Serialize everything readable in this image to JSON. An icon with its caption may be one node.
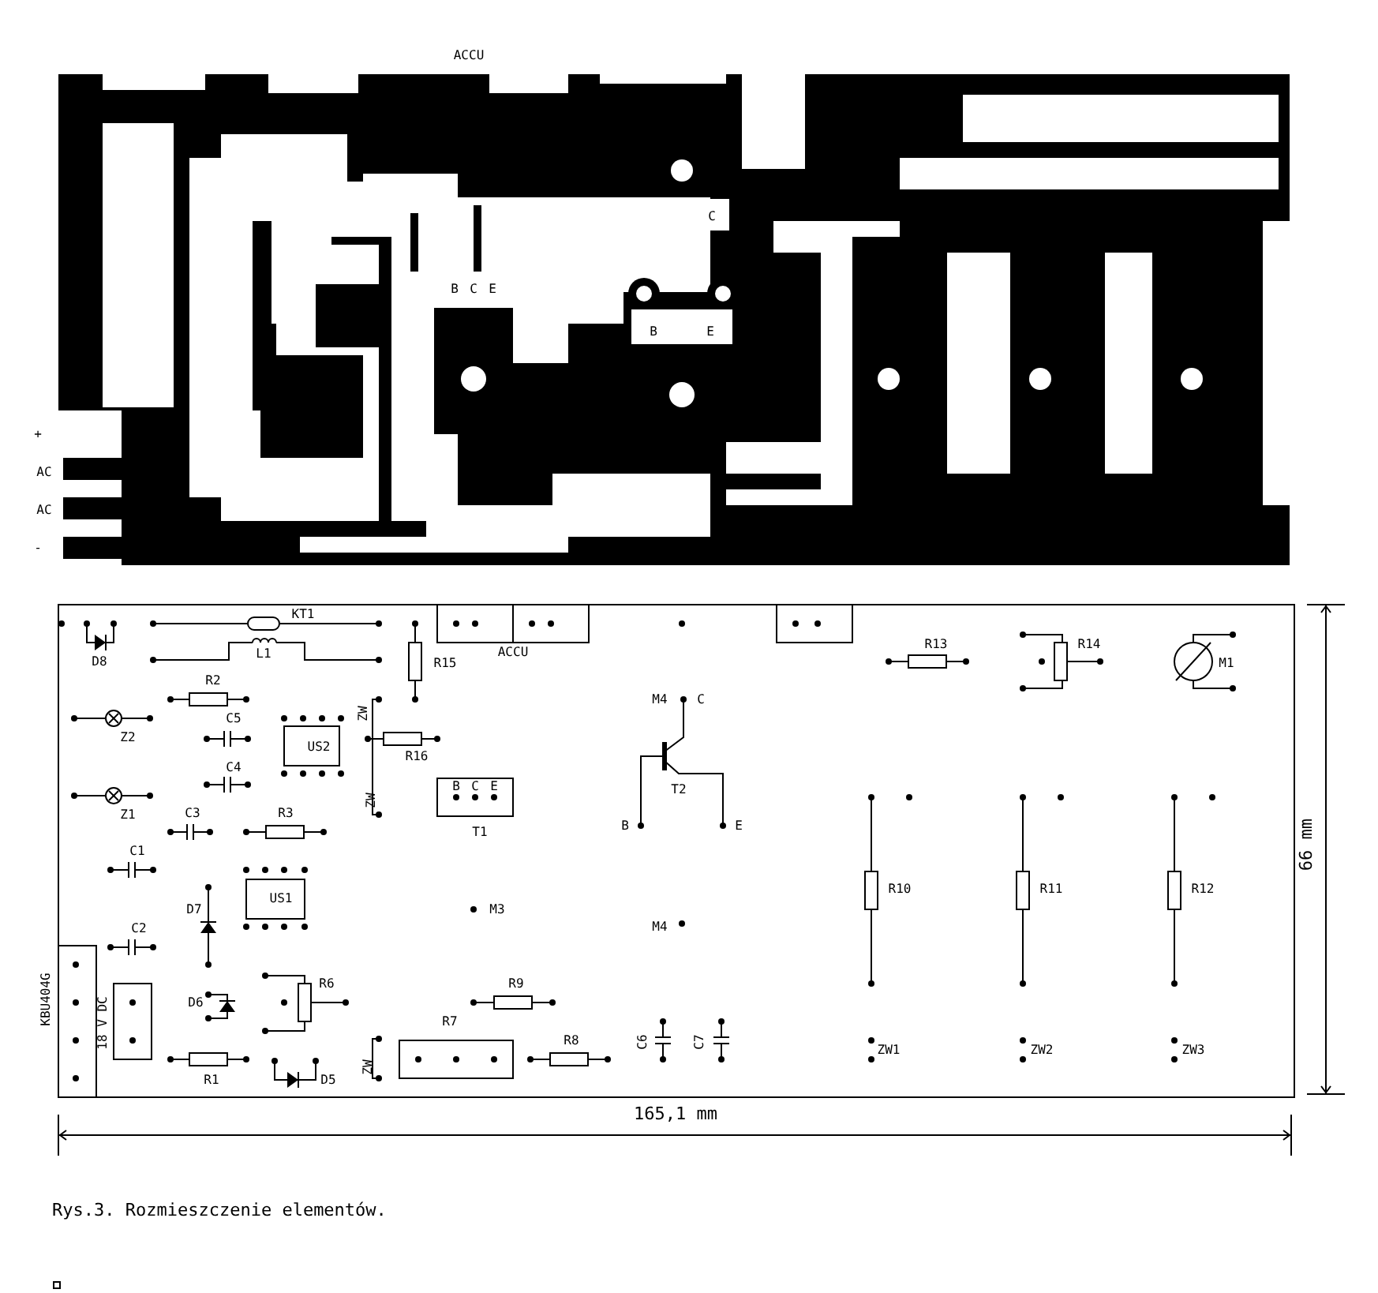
{
  "diagram": {
    "caption": "Rys.3. Rozmieszczenie elementów.",
    "labels": [
      "ACCU",
      "C",
      "B",
      "C",
      "E",
      "B",
      "E",
      "+",
      "AC",
      "AC",
      "-",
      "KT1",
      "D8",
      "L1",
      "R15",
      "ACCU",
      "R13",
      "R14",
      "M1",
      "R2",
      "M4",
      "C",
      "C5",
      "ZW",
      "US2",
      "R16",
      "Z2",
      "C4",
      "ZW",
      "B",
      "C",
      "E",
      "T2",
      "Z1",
      "C3",
      "R3",
      "B",
      "E",
      "T1",
      "C1",
      "US1",
      "R10",
      "R11",
      "R12",
      "D7",
      "M3",
      "C2",
      "M4",
      "R6",
      "D6",
      "R9",
      "KBU404G",
      "18 V DC",
      "R7",
      "C6",
      "C7",
      "ZW",
      "R8",
      "R1",
      "D5",
      "ZW1",
      "ZW2",
      "ZW3",
      "66 mm",
      "165,1 mm"
    ]
  }
}
